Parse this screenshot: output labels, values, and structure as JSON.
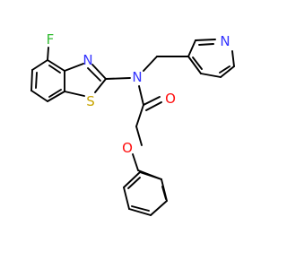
{
  "molecule": {
    "atom_labels": {
      "fluorine": "F",
      "thiazole_nitrogen": "N",
      "thiazole_sulfur": "S",
      "amide_nitrogen": "N",
      "pyridine_nitrogen": "N",
      "carbonyl_oxygen": "O",
      "ether_oxygen": "O"
    },
    "colors": {
      "bond": "#000000",
      "nitrogen": "#3333ff",
      "sulfur": "#c8a400",
      "oxygen": "#ff0d0d",
      "fluorine": "#33bb33"
    }
  }
}
